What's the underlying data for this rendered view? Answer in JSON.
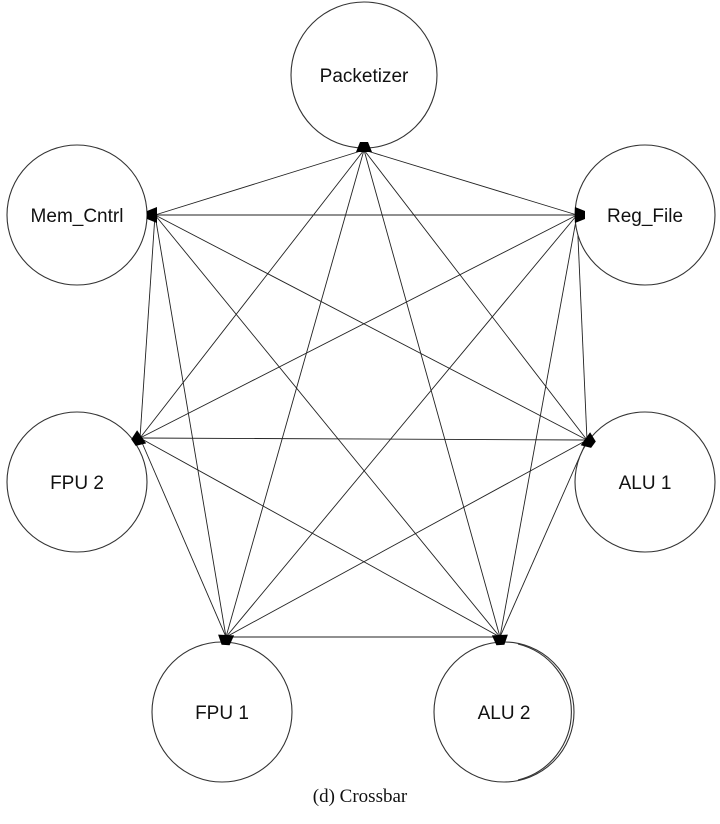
{
  "diagram": {
    "nodes": [
      {
        "id": "packetizer",
        "label": "Packetizer"
      },
      {
        "id": "mem_cntrl",
        "label": "Mem_Cntrl"
      },
      {
        "id": "reg_file",
        "label": "Reg_File"
      },
      {
        "id": "fpu2",
        "label": "FPU 2"
      },
      {
        "id": "alu1",
        "label": "ALU 1"
      },
      {
        "id": "fpu1",
        "label": "FPU 1"
      },
      {
        "id": "alu2",
        "label": "ALU 2"
      }
    ],
    "edges": [
      [
        "packetizer",
        "mem_cntrl"
      ],
      [
        "packetizer",
        "reg_file"
      ],
      [
        "packetizer",
        "fpu2"
      ],
      [
        "packetizer",
        "alu1"
      ],
      [
        "packetizer",
        "fpu1"
      ],
      [
        "packetizer",
        "alu2"
      ],
      [
        "mem_cntrl",
        "reg_file"
      ],
      [
        "mem_cntrl",
        "fpu2"
      ],
      [
        "mem_cntrl",
        "alu1"
      ],
      [
        "mem_cntrl",
        "fpu1"
      ],
      [
        "mem_cntrl",
        "alu2"
      ],
      [
        "reg_file",
        "fpu2"
      ],
      [
        "reg_file",
        "alu1"
      ],
      [
        "reg_file",
        "fpu1"
      ],
      [
        "reg_file",
        "alu2"
      ],
      [
        "fpu2",
        "alu1"
      ],
      [
        "fpu2",
        "fpu1"
      ],
      [
        "fpu2",
        "alu2"
      ],
      [
        "alu1",
        "fpu1"
      ],
      [
        "alu1",
        "alu2"
      ],
      [
        "fpu1",
        "alu2"
      ]
    ],
    "caption": "(d) Crossbar"
  }
}
